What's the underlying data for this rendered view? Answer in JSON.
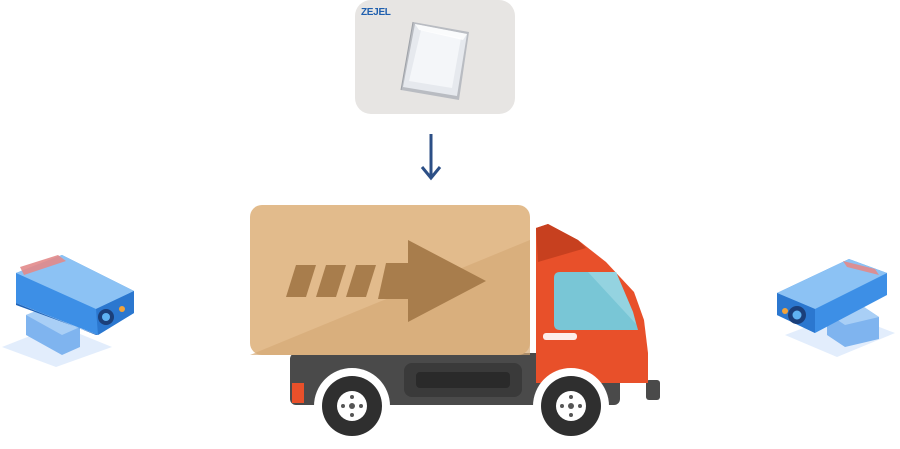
{
  "reader": {
    "brand": "ZEJEL",
    "icon": "rfid-reader-icon"
  },
  "arrow": {
    "icon": "arrow-down-icon",
    "color": "#2c4f86"
  },
  "truck": {
    "icon": "delivery-truck-icon",
    "cargo_color": "#e2bb8c",
    "cab_color": "#e8502a"
  },
  "cameras": [
    {
      "icon": "camera-icon",
      "side": "left"
    },
    {
      "icon": "camera-icon",
      "side": "right"
    }
  ]
}
